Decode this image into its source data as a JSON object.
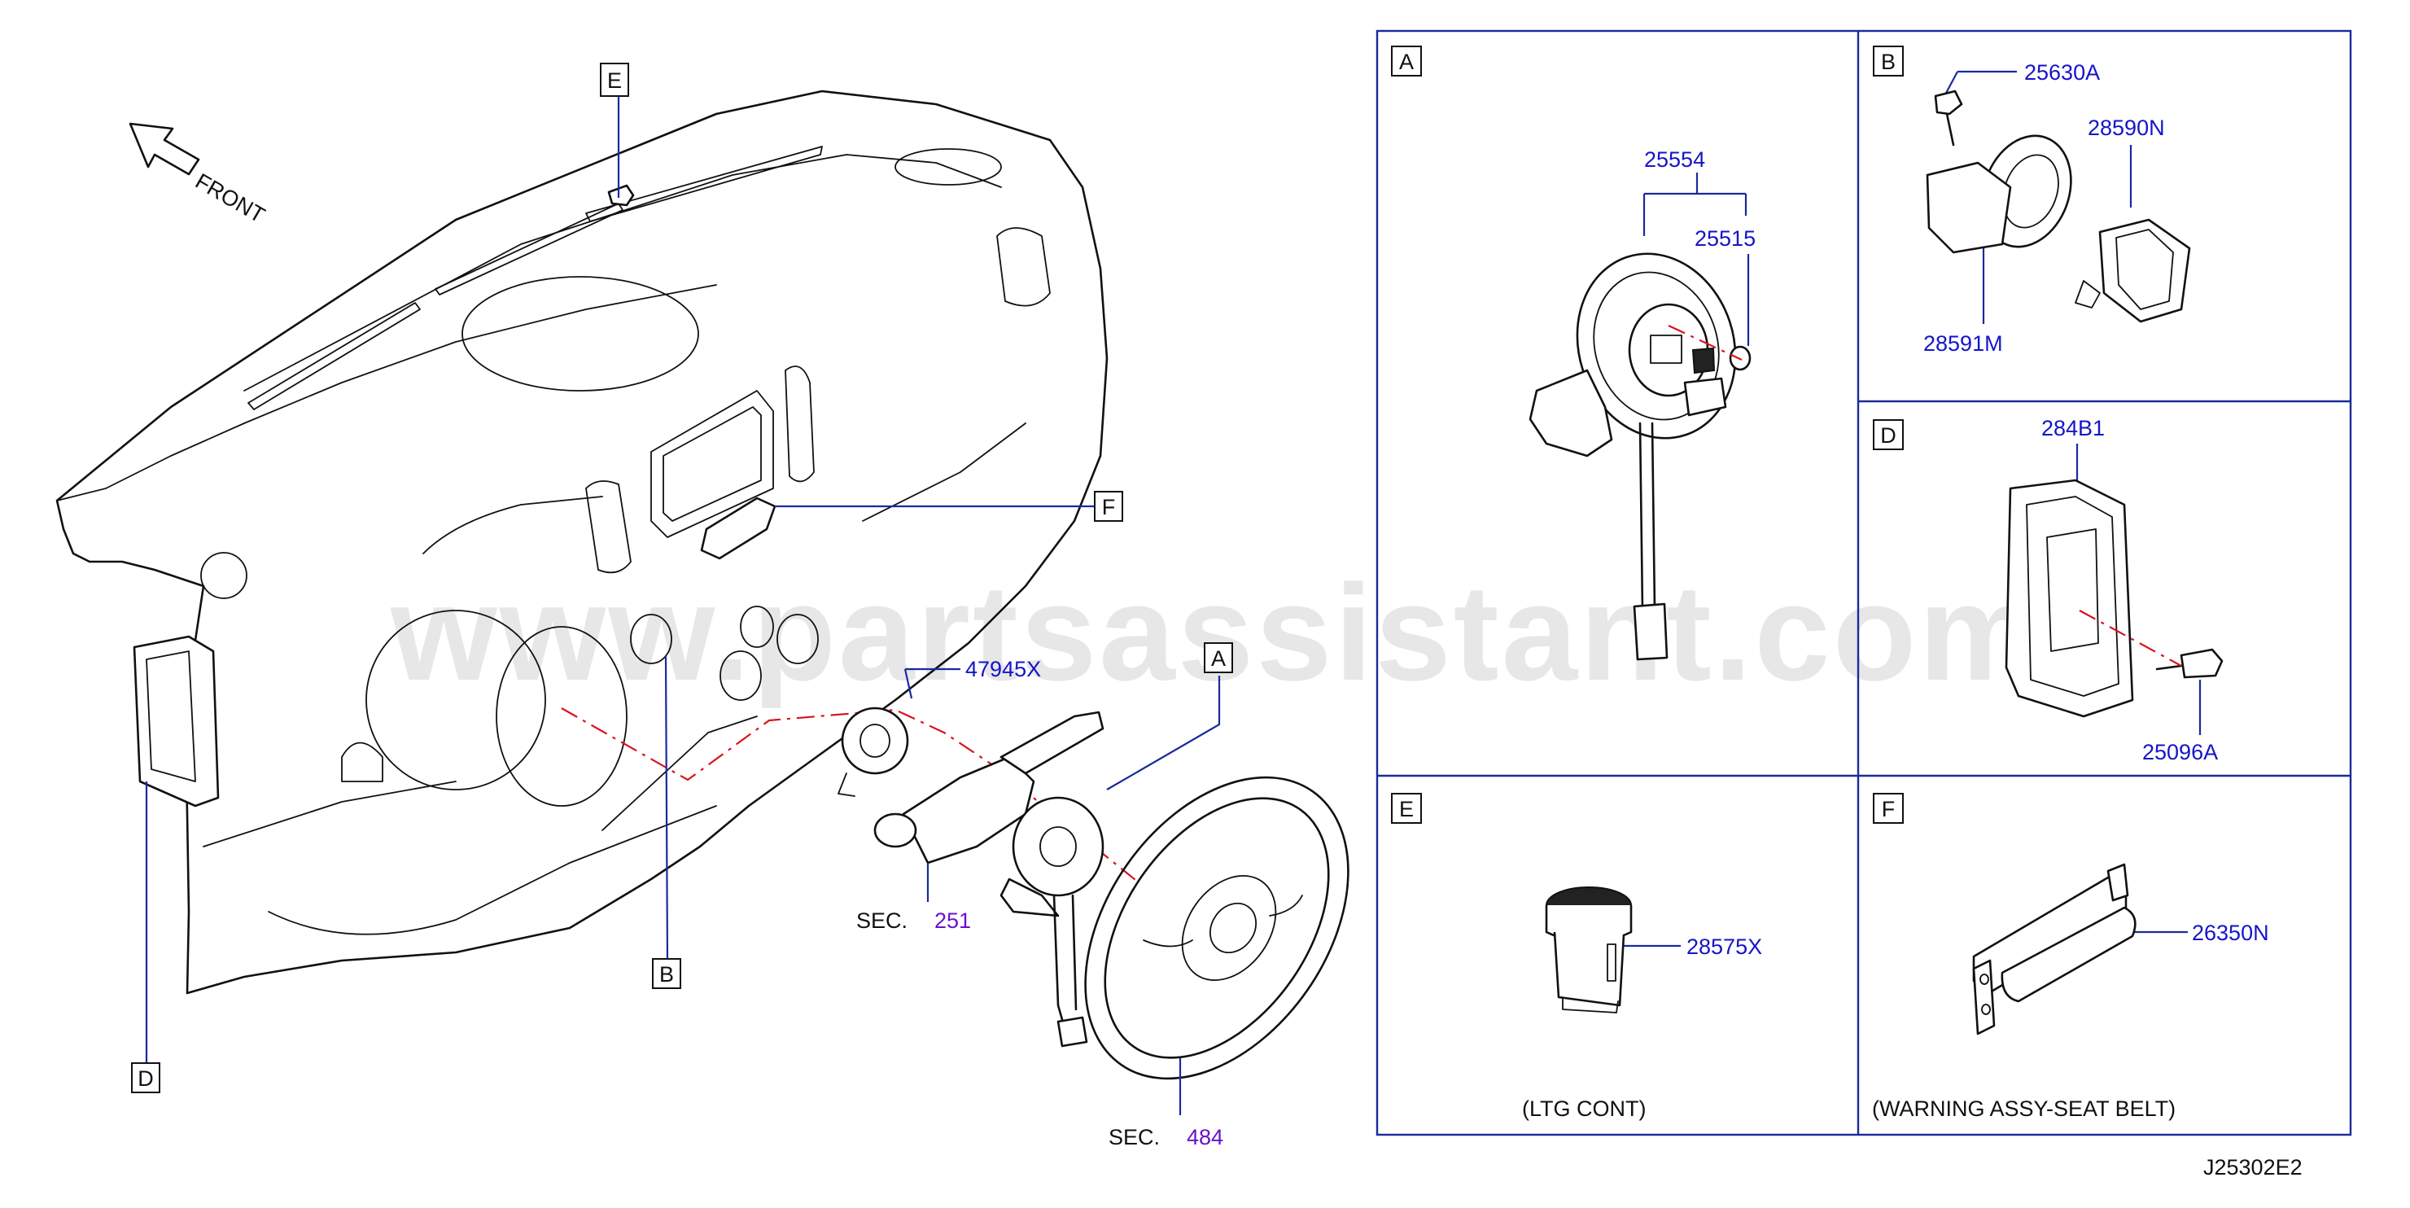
{
  "watermark": "www.partsassistant.com",
  "direction_label": "FRONT",
  "drawing_code": "J25302E2",
  "callout_letters": {
    "a": "A",
    "b": "B",
    "d": "D",
    "e": "E",
    "f": "F"
  },
  "main_labels": {
    "p47945x": "47945X",
    "sec_prefix": "SEC.",
    "sec_251": "251",
    "sec_484": "484"
  },
  "panels": {
    "a": {
      "letter": "A",
      "parts": [
        "25554",
        "25515"
      ]
    },
    "b": {
      "letter": "B",
      "parts": [
        "25630A",
        "28590N",
        "28591M"
      ]
    },
    "d": {
      "letter": "D",
      "parts": [
        "284B1",
        "25096A"
      ]
    },
    "e": {
      "letter": "E",
      "parts": [
        "28575X"
      ],
      "caption": "(LTG   CONT)"
    },
    "f": {
      "letter": "F",
      "parts": [
        "26350N"
      ],
      "caption": "(WARNING   ASSY-SEAT   BELT)"
    }
  },
  "colors": {
    "part_number": "#1515c8",
    "section_number": "#6a12c8",
    "leader_line": "#1a2a9c",
    "center_line": "#d8141c"
  }
}
